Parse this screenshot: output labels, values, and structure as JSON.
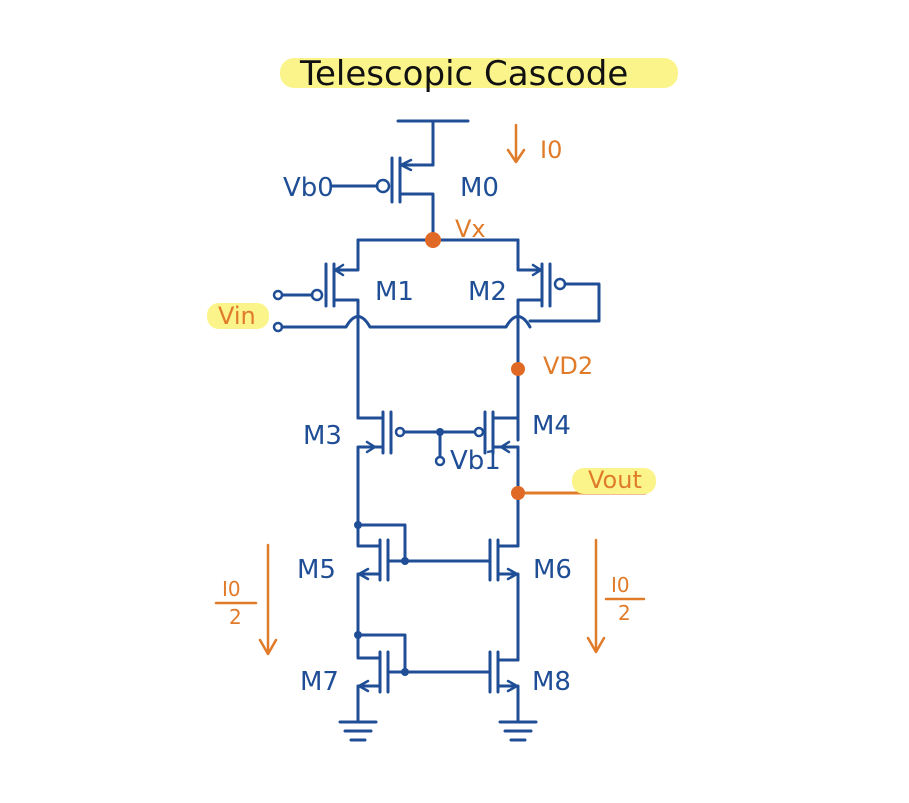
{
  "title": "Telescopic Cascode",
  "transistors": {
    "m0": "M0",
    "m1": "M1",
    "m2": "M2",
    "m3": "M3",
    "m4": "M4",
    "m5": "M5",
    "m6": "M6",
    "m7": "M7",
    "m8": "M8"
  },
  "nodes": {
    "vb0": "Vb0",
    "vb1": "Vb1",
    "vx": "Vx",
    "vd2": "VD2",
    "vin": "Vin",
    "vout": "Vout"
  },
  "currents": {
    "i0": "I0",
    "half_num": "I0",
    "half_den": "2"
  },
  "colors": {
    "wire": "#1f4e96",
    "annotation": "#e07b2a",
    "highlight": "#fbf48a"
  }
}
